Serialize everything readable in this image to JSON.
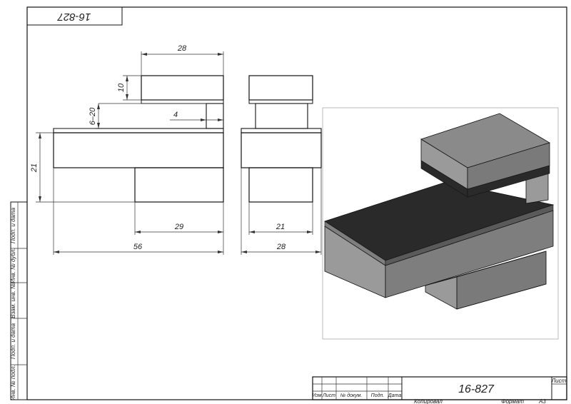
{
  "drawing_number": "16-827",
  "drawing_number_rotated": "16-827",
  "title_block": {
    "sheet_label": "Лист",
    "columns": [
      "Изм",
      "Лист",
      "№ докум.",
      "Подп.",
      "Дата"
    ],
    "copied_label": "Копировал",
    "format_label": "Формат",
    "format_value": "А3"
  },
  "side_stamp": [
    "Инв. № подл.",
    "Подп. и дата",
    "Взам. инв. №",
    "Инв. № дубл.",
    "Подп. и дата"
  ],
  "dimensions": {
    "top_width": "28",
    "top_height": "10",
    "gap": "6–20",
    "stem": "4",
    "body_height": "21",
    "lower_width": "29",
    "total_width": "56",
    "side_lower_width": "21",
    "side_total_width": "28"
  },
  "colors": {
    "line": "#111111",
    "iso_light": "#9a9a9a",
    "iso_mid": "#7e7e7e",
    "iso_dark": "#666666",
    "iso_black": "#2a2a2a"
  }
}
